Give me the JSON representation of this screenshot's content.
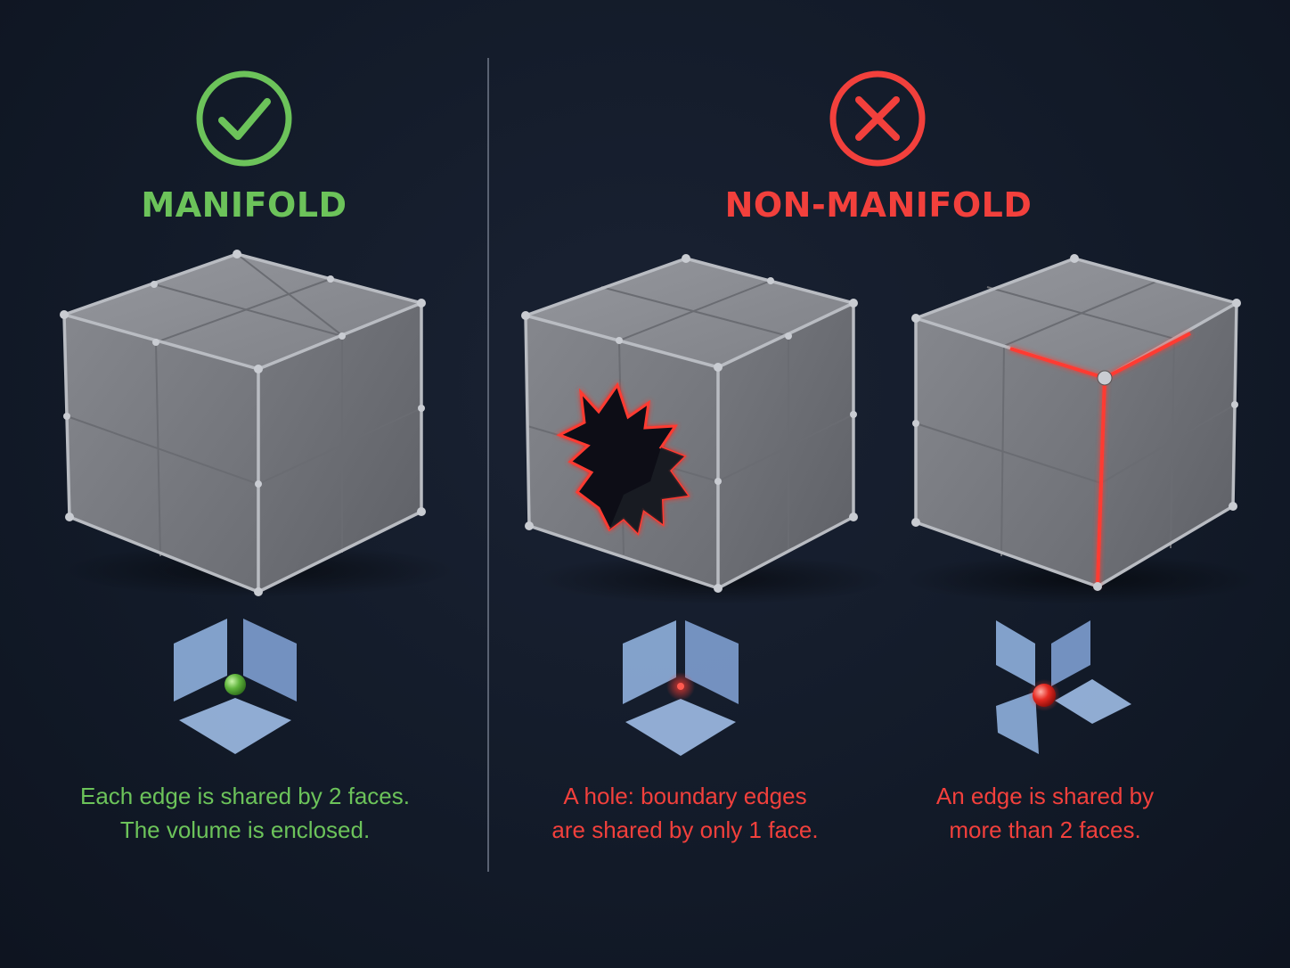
{
  "colors": {
    "ok": "#6cc35a",
    "bad": "#f2403c",
    "cube_face": "#7c7e84",
    "cube_edge": "#b9bcc2",
    "facet": "#8fb0dd",
    "background": "#121a28"
  },
  "manifold": {
    "icon": "check-circle-icon",
    "title": "MANIFOLD",
    "caption_line1": "Each edge is shared by 2 faces.",
    "caption_line2": "The volume is enclosed."
  },
  "non_manifold": {
    "icon": "x-circle-icon",
    "title": "NON-MANIFOLD",
    "hole": {
      "caption_line1": "A hole: boundary edges",
      "caption_line2": "are shared by only 1 face."
    },
    "shared_edge": {
      "caption_line1": "An edge is shared by",
      "caption_line2": "more than 2 faces."
    }
  }
}
